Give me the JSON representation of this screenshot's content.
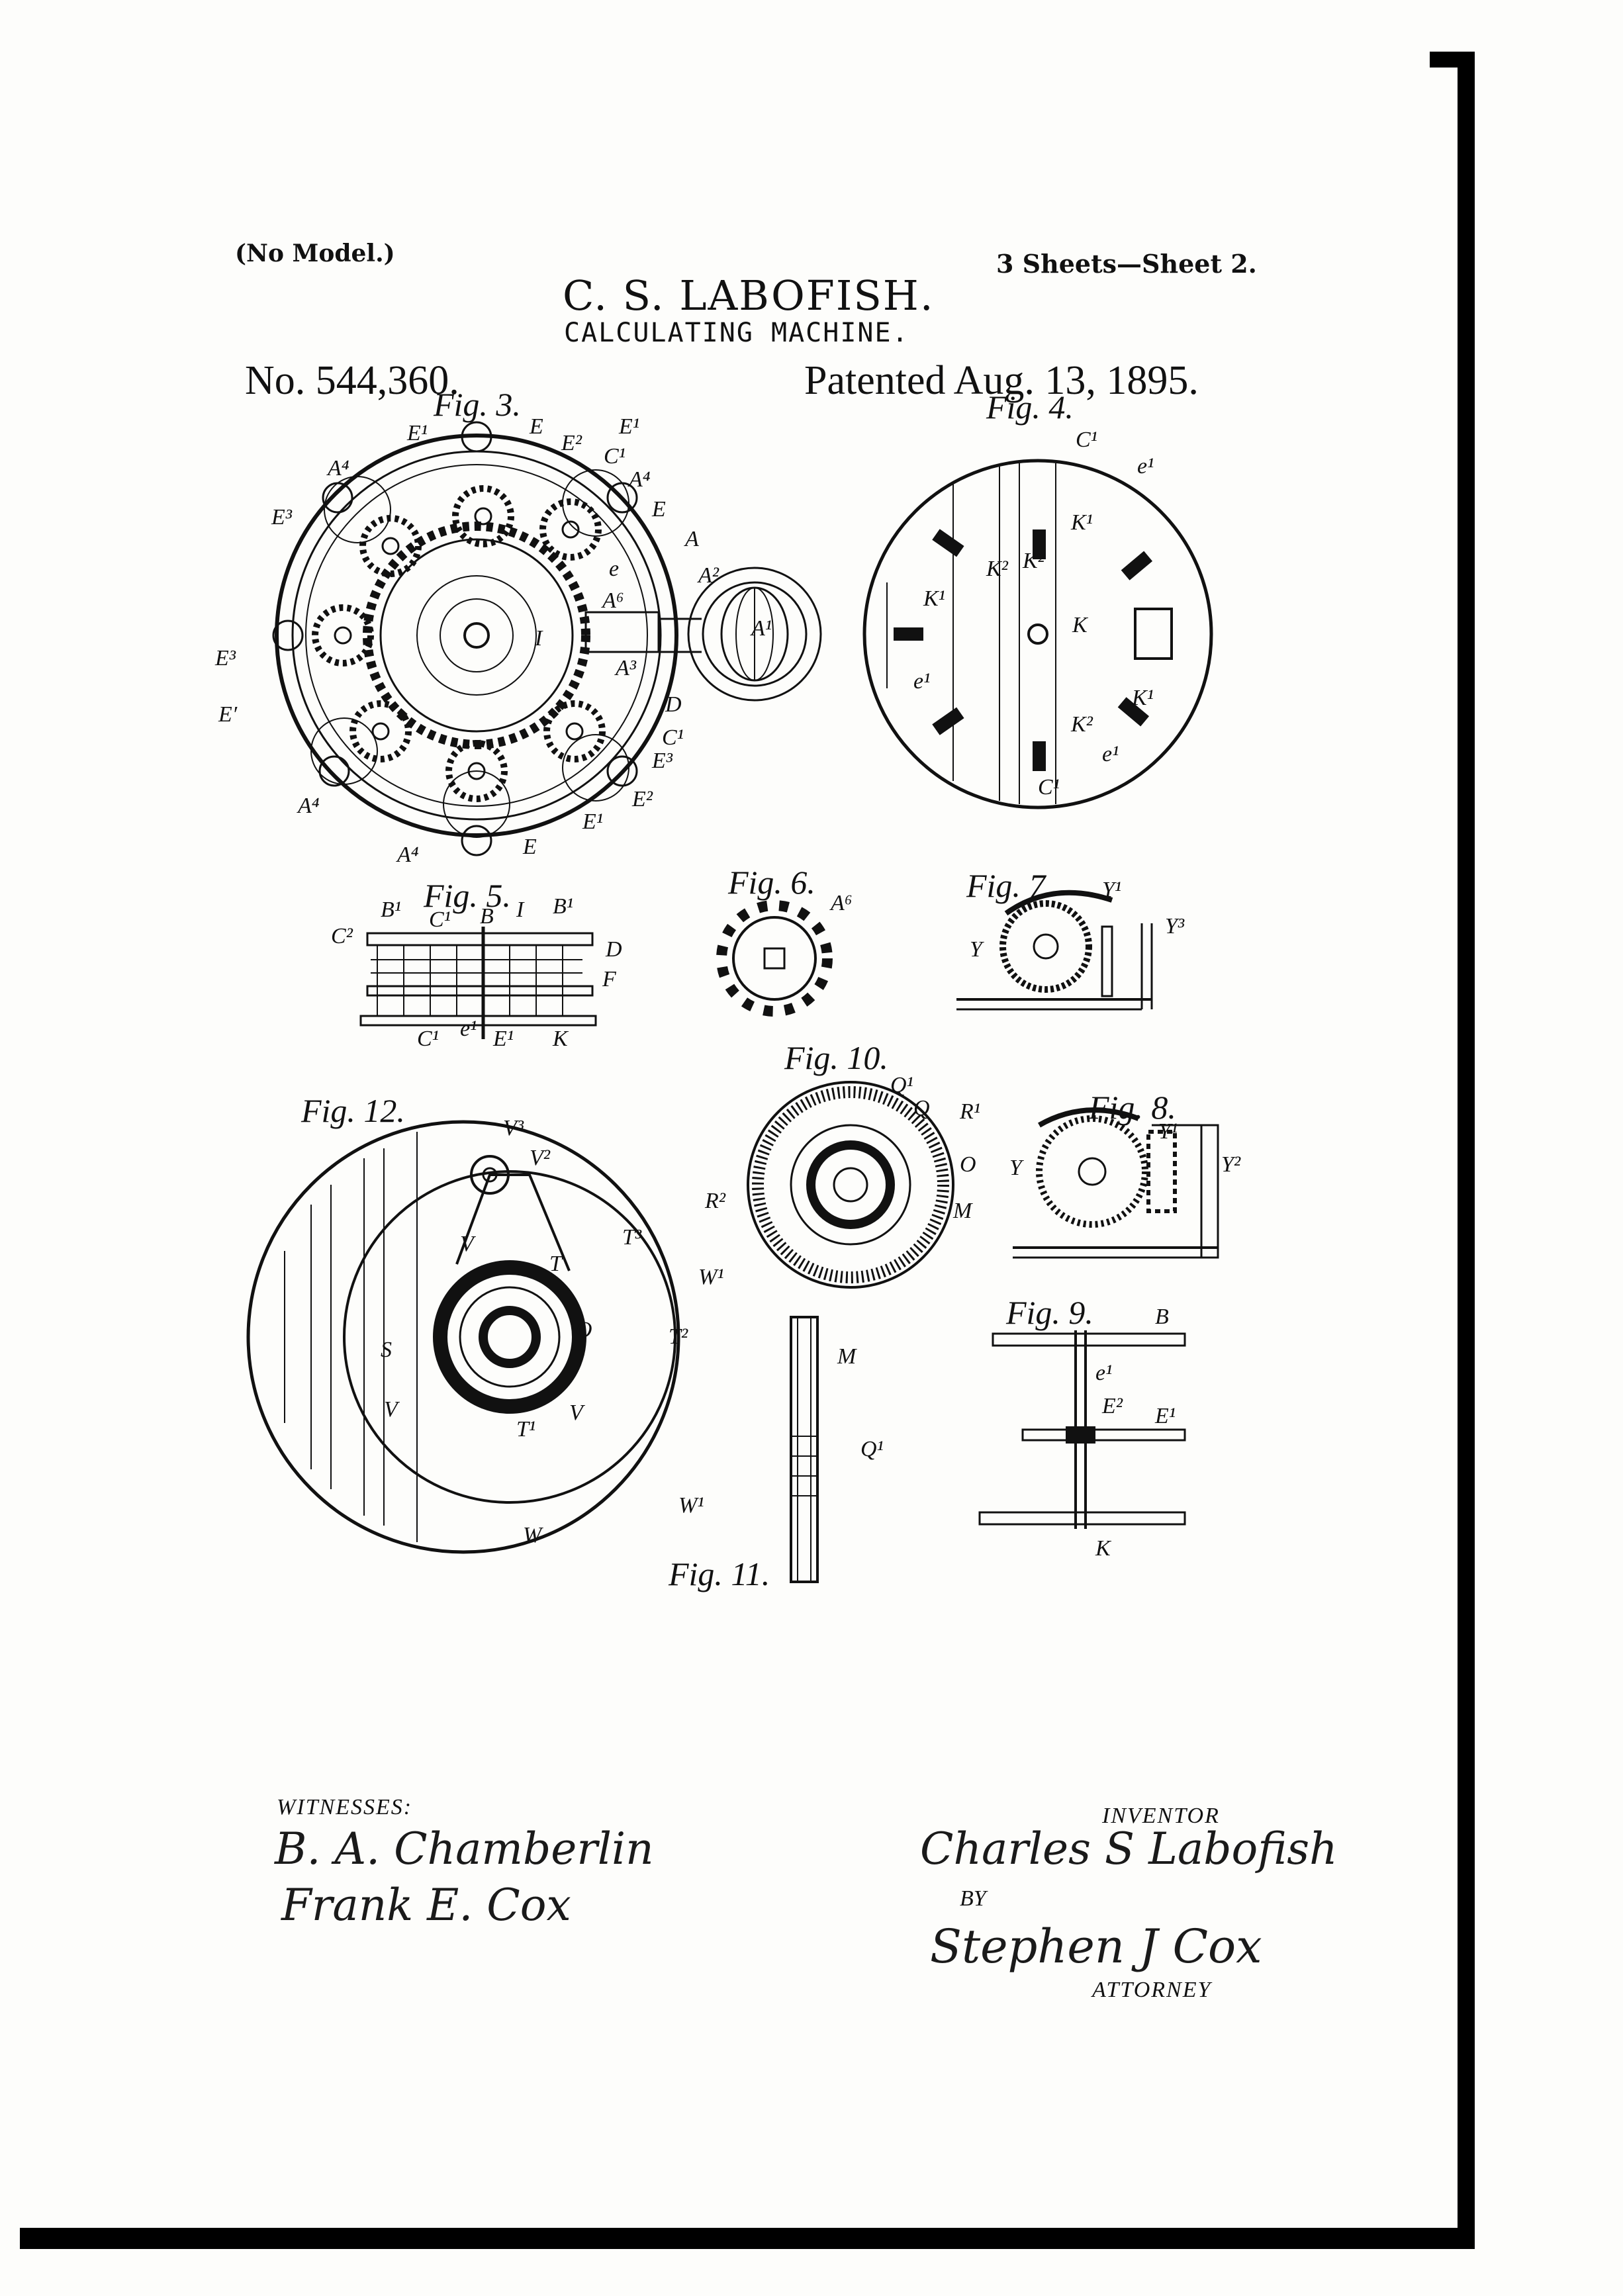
{
  "header": {
    "no_model": "(No Model.)",
    "sheets": "3 Sheets—Sheet 2.",
    "inventor_name": "C. S. LABOFISH.",
    "title": "CALCULATING MACHINE.",
    "patent_number": "No. 544,360.",
    "patent_date": "Patented Aug. 13, 1895."
  },
  "figures": {
    "fig3": "Fig. 3.",
    "fig4": "Fig. 4.",
    "fig5": "Fig. 5.",
    "fig6": "Fig. 6.",
    "fig7": "Fig. 7.",
    "fig8": "Fig. 8.",
    "fig9": "Fig. 9.",
    "fig10": "Fig. 10.",
    "fig11": "Fig. 11.",
    "fig12": "Fig. 12."
  },
  "labels": {
    "E1": "E¹",
    "E": "E",
    "E2": "E²",
    "E3": "E³",
    "Eprime": "E′",
    "A": "A",
    "A1": "A¹",
    "A2": "A²",
    "A3": "A³",
    "A4": "A⁴",
    "A6": "A⁶",
    "C1": "C¹",
    "C2": "C²",
    "D": "D",
    "I": "I",
    "e": "e",
    "e1": "e¹",
    "K": "K",
    "K1": "K¹",
    "K2": "K²",
    "B": "B",
    "B1": "B¹",
    "F": "F",
    "Y": "Y",
    "Y1": "Y¹",
    "Y2": "Y²",
    "Y3": "Y³",
    "Q": "Q",
    "Q1": "Q¹",
    "R1": "R¹",
    "R2": "R²",
    "O": "O",
    "M": "M",
    "V": "V",
    "V2": "V²",
    "V3": "V³",
    "T": "T",
    "T1": "T¹",
    "T2": "T²",
    "T3": "T³",
    "W": "W",
    "W1": "W¹",
    "S": "S"
  },
  "footer": {
    "witnesses": "WITNESSES:",
    "inventor": "INVENTOR",
    "by": "BY",
    "attorney": "ATTORNEY",
    "witness1_signature": "B. A. Chamberlin",
    "witness2_signature": "Frank E. Cox",
    "inventor_signature": "Charles S Labofish",
    "attorney_signature": "Stephen J Cox"
  }
}
